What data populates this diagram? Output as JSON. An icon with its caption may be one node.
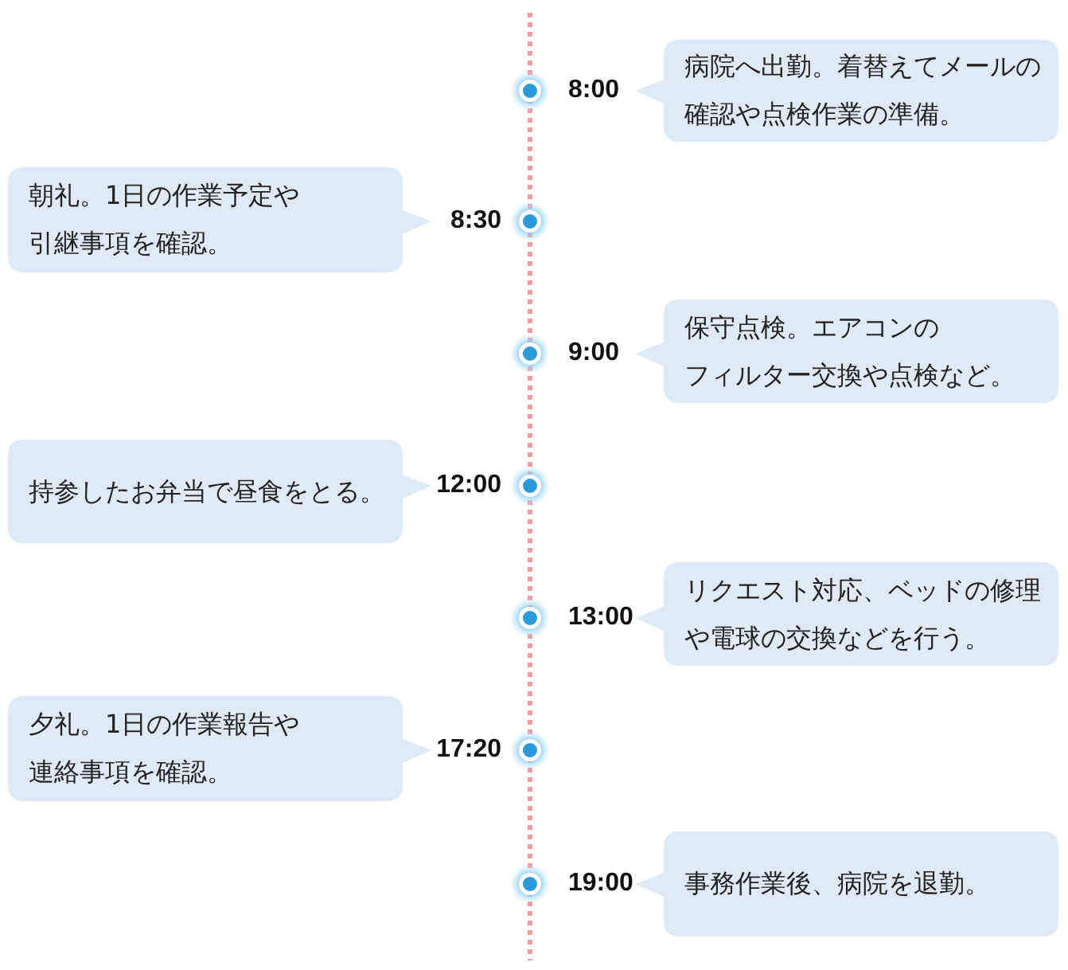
{
  "diagram": {
    "nodes": [
      {
        "text": [
          "病院へ出勤。着替えてメールの確認や点検作業の準備。"
        ],
        "beside": [
          "8:00"
        ]
      },
      {
        "text": [
          "朝礼。1日の作業予定や引継事項を確認。"
        ],
        "beside": [
          "8:30"
        ]
      },
      {
        "text": [
          "保守点検。エアコンのフィルター交換や点検など。"
        ],
        "beside": [
          "9:00"
        ]
      },
      {
        "text": [
          "持参したお弁当で昼食をとる。"
        ],
        "beside": [
          "12:00"
        ]
      },
      {
        "text": [
          "リクエスト対応、ベッドの修理や電球の交換などを行う。"
        ],
        "beside": [
          "13:00"
        ]
      },
      {
        "text": [
          "夕礼。1日の作業報告や連絡事項を確認。"
        ],
        "beside": [
          "17:20"
        ]
      },
      {
        "text": [
          "事務作業後、病院を退勤。"
        ],
        "beside": [
          "19:00"
        ]
      }
    ]
  }
}
